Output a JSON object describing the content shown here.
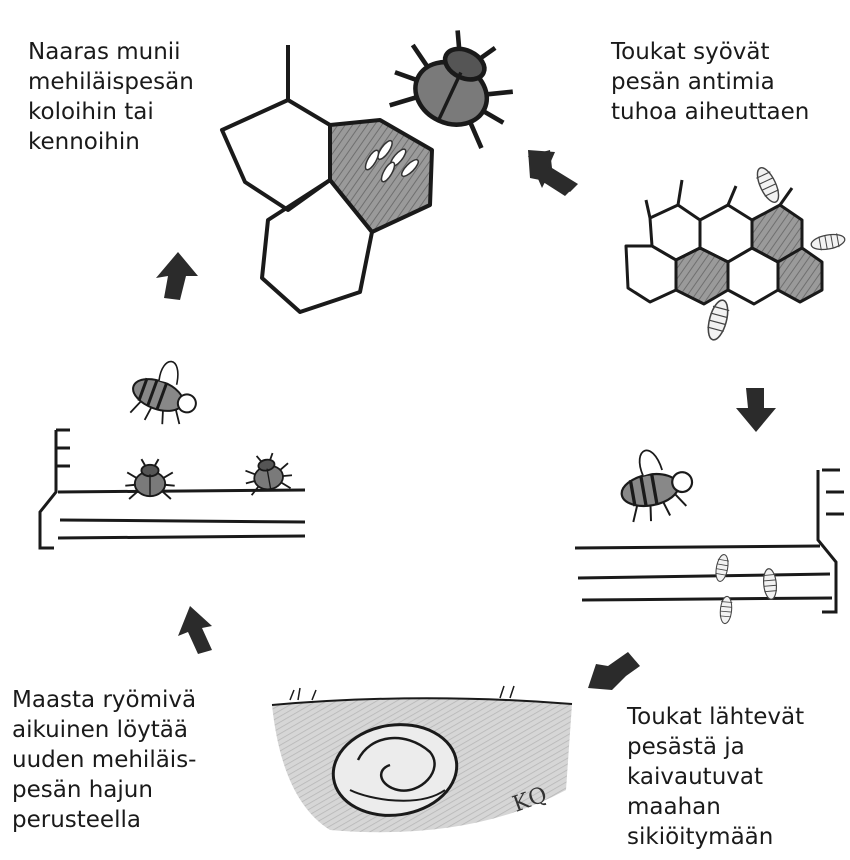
{
  "steps": [
    {
      "id": "egg-laying",
      "lines": [
        "Naaras munii",
        "mehiläispesän",
        "koloihin tai",
        "kennoihin"
      ]
    },
    {
      "id": "larvae-feeding",
      "lines": [
        "Toukat syövät",
        "pesän antimia",
        "tuhoa aiheuttaen"
      ]
    },
    {
      "id": "larvae-burrowing",
      "lines": [
        "Toukat lähtevät",
        "pesästä ja",
        "kaivautuvat",
        "maahan",
        "sikiöitymään"
      ]
    },
    {
      "id": "adult-emerges",
      "lines": [
        "Maasta ryömivä",
        "aikuinen löytää",
        "uuden mehiläis-",
        "pesän hajun",
        "perusteella"
      ]
    }
  ],
  "signature": "KQ",
  "colors": {
    "ink": "#1a1a1a",
    "arrow": "#2b2b2b",
    "shade": "#8c8c8c",
    "soil": "#cfcfcf",
    "larva": "#f0f0f0"
  }
}
